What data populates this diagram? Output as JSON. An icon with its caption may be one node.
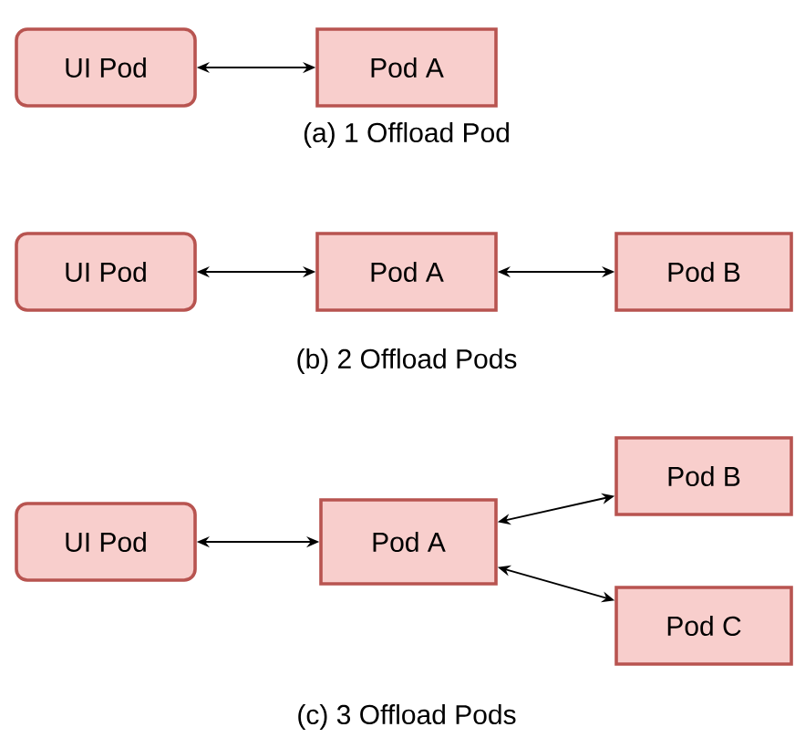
{
  "diagram": {
    "nodes": [
      {
        "text": [
          "UI Pod"
        ]
      },
      {
        "text": [
          "Pod A"
        ]
      },
      {
        "text": [
          "UI Pod"
        ]
      },
      {
        "text": [
          "Pod A"
        ]
      },
      {
        "text": [
          "Pod B"
        ]
      },
      {
        "text": [
          "UI Pod"
        ]
      },
      {
        "text": [
          "Pod A"
        ]
      },
      {
        "text": [
          "Pod B"
        ]
      },
      {
        "text": [
          "Pod C"
        ]
      }
    ],
    "edges": [
      {
        "from": 0,
        "to": 1,
        "arrow": "both"
      },
      {
        "from": 2,
        "to": 3,
        "arrow": "both"
      },
      {
        "from": 3,
        "to": 4,
        "arrow": "both"
      },
      {
        "from": 5,
        "to": 6,
        "arrow": "both"
      },
      {
        "from": 6,
        "to": 7,
        "arrow": "both"
      },
      {
        "from": 6,
        "to": 8,
        "arrow": "both"
      }
    ],
    "labels": [
      "(a) 1 Offload Pod",
      "(b) 2 Offload Pods",
      "(c) 3 Offload Pods"
    ]
  }
}
